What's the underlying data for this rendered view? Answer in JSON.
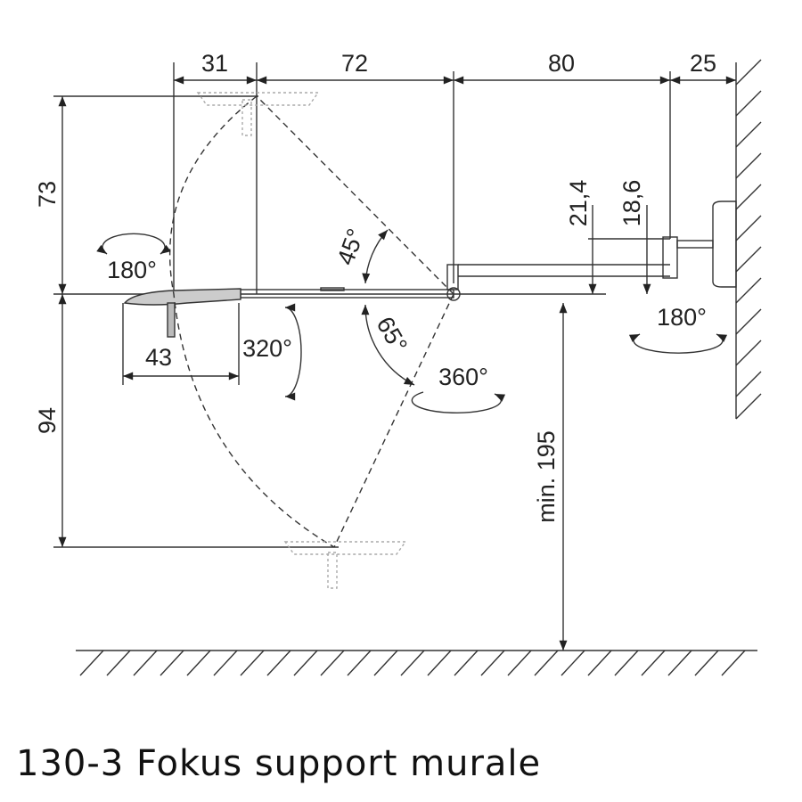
{
  "title": "130-3 Fokus support murale",
  "dimensions": {
    "top": [
      "31",
      "72",
      "80",
      "25"
    ],
    "left_upper": "73",
    "left_lower": "94",
    "head_width": "43",
    "bracket_a": "21,4",
    "bracket_b": "18,6",
    "floor_clearance": "min. 195"
  },
  "angles": {
    "head_rotation": "180°",
    "head_tilt": "320°",
    "arm_up": "45°",
    "arm_down": "65°",
    "arm_swivel": "360°",
    "wall_rotation": "180°"
  },
  "colors": {
    "line": "#333333",
    "ghost": "#a8a8a8"
  }
}
